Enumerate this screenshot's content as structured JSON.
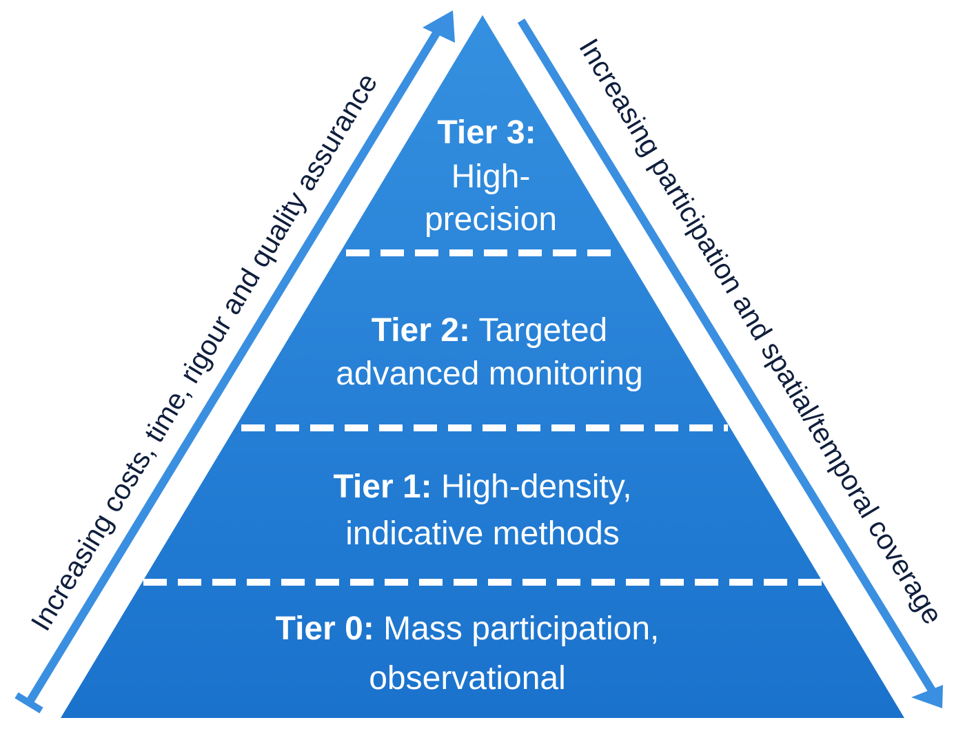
{
  "tiers": [
    {
      "id": "tier3",
      "heading": "Tier 3:",
      "line1": "",
      "line2": "High-",
      "line3": "precision"
    },
    {
      "id": "tier2",
      "heading": "Tier 2:",
      "line1": "Targeted",
      "line2": "advanced monitoring"
    },
    {
      "id": "tier1",
      "heading": "Tier 1:",
      "line1": "High-density,",
      "line2": "indicative methods"
    },
    {
      "id": "tier0",
      "heading": "Tier 0:",
      "line1": "Mass participation,",
      "line2": "observational"
    }
  ],
  "left_arrow_label": "Increasing costs, time, rigour and quality assurance",
  "right_arrow_label": "Increasing participation and spatial/temporal coverage",
  "colors": {
    "pyramid_top": "#3590e0",
    "pyramid_bottom": "#1a72cc",
    "arrow": "#3a8fe0",
    "side_text": "#0f1e3c",
    "tier_text": "#ffffff"
  }
}
